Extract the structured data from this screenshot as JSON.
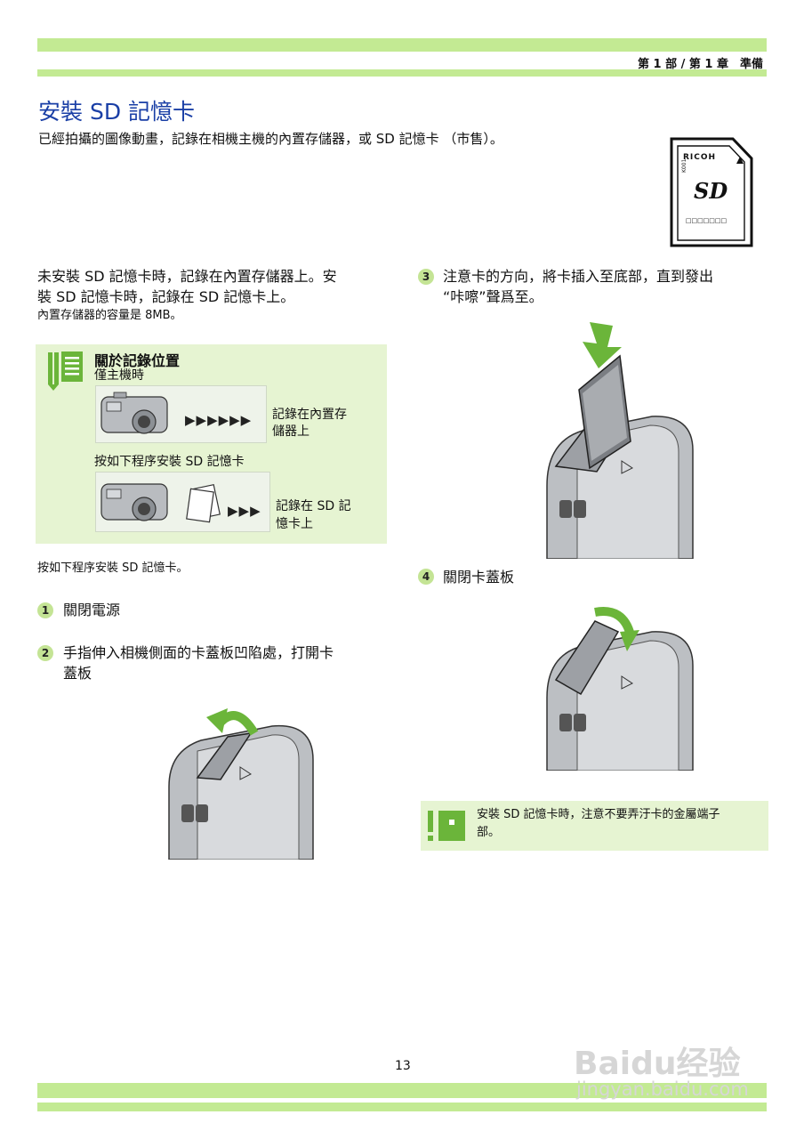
{
  "header": {
    "breadcrumb": "第 1 部 / 第 1 章　準備"
  },
  "title": "安裝 SD 記憶卡",
  "intro": "已經拍攝的圖像動畫，記錄在相機主機的內置存儲器，或 SD 記憶卡 （市售）。",
  "sd_card": {
    "brand": "RICOH",
    "logo": "SD",
    "code": "K001"
  },
  "left": {
    "para1_line1": "未安裝 SD 記憶卡時，記錄在內置存儲器上。安",
    "para1_line2": "裝 SD 記憶卡時，記錄在 SD 記憶卡上。",
    "capacity": "內置存儲器的容量是 8MB。",
    "note": {
      "title": "關於記錄位置",
      "case1_label": "僅主機時",
      "case1_arrows": "▶▶▶▶▶▶",
      "case1_dest_l1": "記錄在內置存",
      "case1_dest_l2": "儲器上",
      "case2_label": "按如下程序安裝 SD 記憶卡",
      "case2_arrows": "▶▶▶",
      "case2_dest_l1": "記錄在 SD 記",
      "case2_dest_l2": "憶卡上"
    },
    "procedure": "按如下程序安裝 SD 記憶卡。",
    "step1": {
      "num": "1",
      "text": "關閉電源"
    },
    "step2": {
      "num": "2",
      "line1": "手指伸入相機側面的卡蓋板凹陷處，打開卡",
      "line2": "蓋板"
    }
  },
  "right": {
    "step3": {
      "num": "3",
      "line1": "注意卡的方向，將卡插入至底部，直到發出",
      "line2": "“咔嚓”聲爲至。"
    },
    "step4": {
      "num": "4",
      "text": "關閉卡蓋板"
    },
    "caution": {
      "line1": "安裝 SD 記憶卡時，注意不要弄汙卡的金屬端子",
      "line2": "部。"
    }
  },
  "footer": {
    "page": "13"
  },
  "watermark": {
    "brand": "Baidu经验",
    "url": "jingyan.baidu.com"
  },
  "colors": {
    "band": "#c3ea93",
    "title": "#1a3fa6",
    "note_bg": "#e6f4d2",
    "step_circle": "#c4e495"
  }
}
